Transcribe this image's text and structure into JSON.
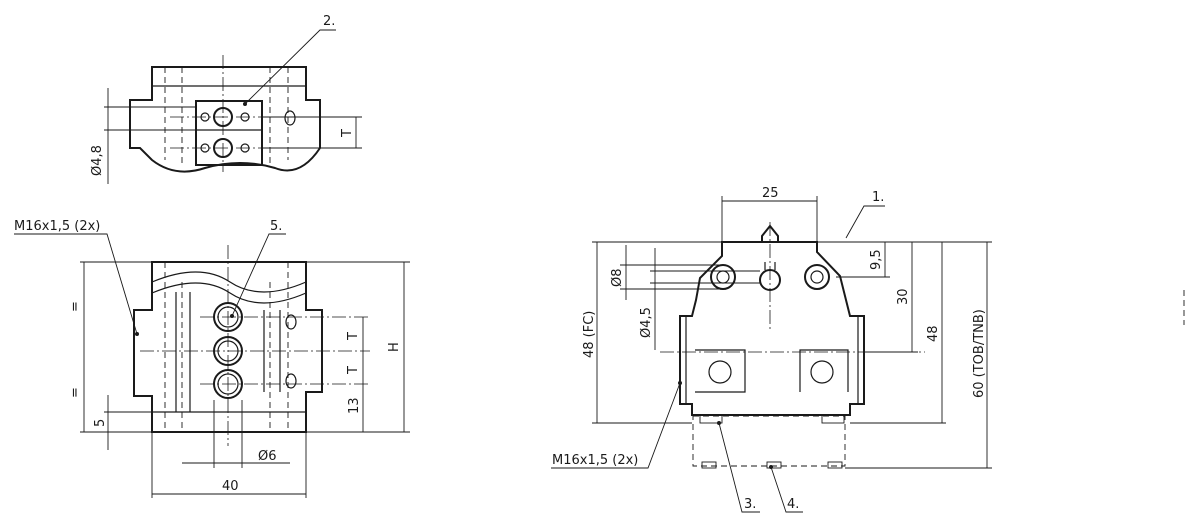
{
  "callouts": {
    "c1": "1.",
    "c2": "2.",
    "c3": "3.",
    "c4": "4.",
    "c5": "5."
  },
  "dimensions": {
    "phi48": "Ø4,8",
    "t_top": "T",
    "m16_left": "M16x1,5 (2x)",
    "eq_top": "=",
    "eq_bottom": "=",
    "five": "5",
    "t_mid_upper": "T",
    "t_mid_lower": "T",
    "thirteen": "13",
    "h": "H",
    "phi6": "Ø6",
    "forty": "40",
    "twentyfive": "25",
    "nine5": "9,5",
    "phi8": "Ø8",
    "phi45": "Ø4,5",
    "fortyeight_fc": "48 (FC)",
    "thirty": "30",
    "fortyeight": "48",
    "sixty": "60 (TOB/TNB)",
    "m16_right": "M16x1,5 (2x)"
  }
}
